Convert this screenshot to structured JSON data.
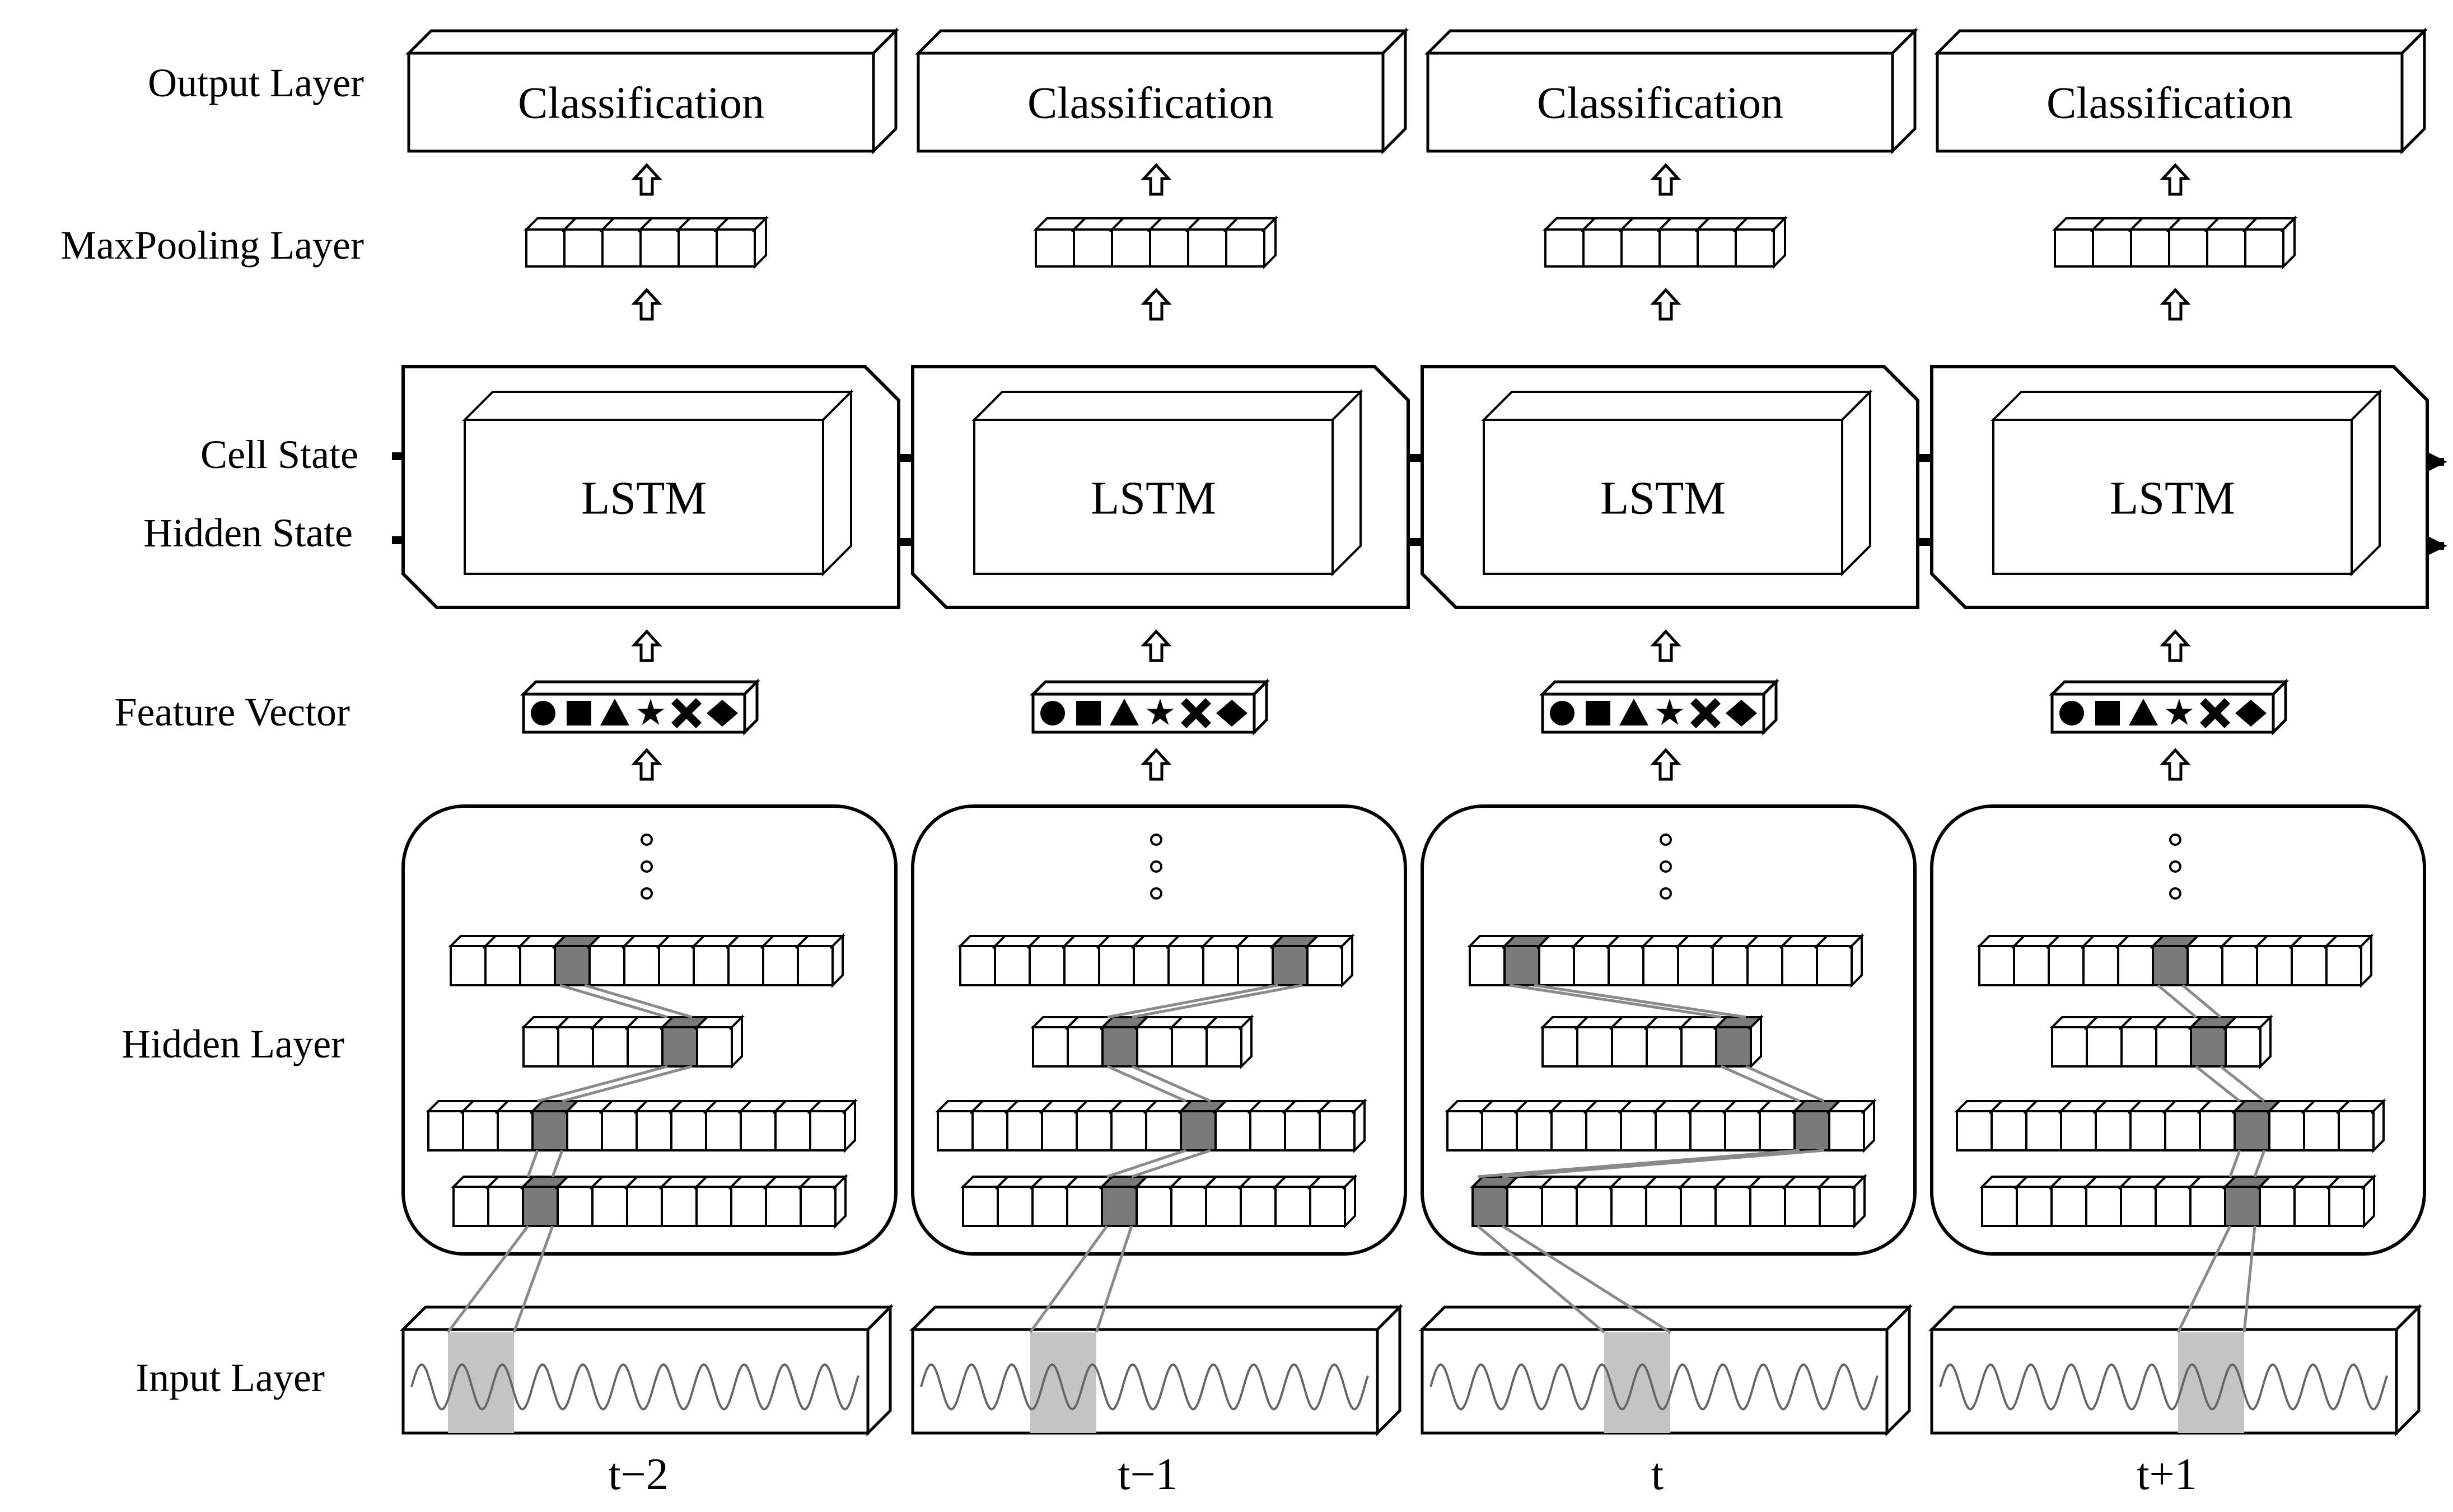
{
  "row_labels": {
    "output": "Output Layer",
    "maxpool": "MaxPooling Layer",
    "cell": "Cell State",
    "hidden_state": "Hidden State",
    "feature": "Feature Vector",
    "hidden_layer": "Hidden Layer",
    "input": "Input Layer"
  },
  "classification_label": "Classification",
  "lstm_label": "LSTM",
  "feature_symbols": [
    "circle",
    "square",
    "triangle",
    "star",
    "cross",
    "diamond"
  ],
  "columns": [
    {
      "time_label": "t−2",
      "highlight_layers": [
        3,
        4,
        3,
        2
      ]
    },
    {
      "time_label": "t−1",
      "highlight_layers": [
        9,
        2,
        7,
        4
      ]
    },
    {
      "time_label": "t",
      "highlight_layers": [
        1,
        5,
        10,
        0
      ]
    },
    {
      "time_label": "t+1",
      "highlight_layers": [
        5,
        4,
        8,
        7
      ]
    }
  ],
  "colors": {
    "stroke": "#000000",
    "highlight_cell": "#7a7a7a",
    "input_highlight": "#c4c4c4",
    "connector": "#8a8a8a"
  }
}
